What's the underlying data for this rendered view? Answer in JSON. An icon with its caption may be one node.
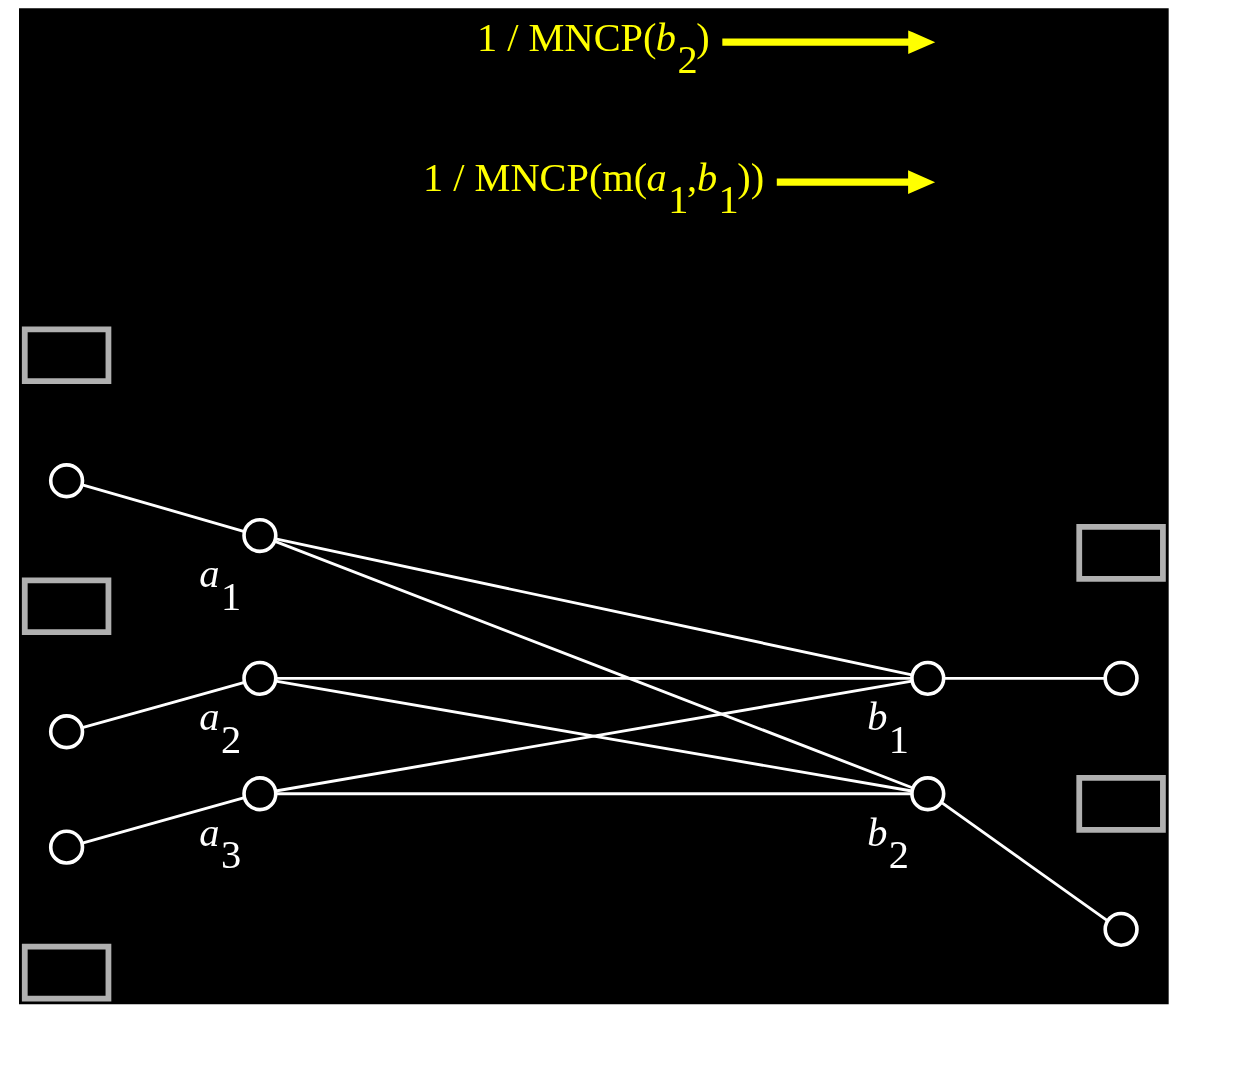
{
  "diagram": {
    "nodes": [
      {
        "text": [
          "1 / MNCP(m(*a*$_{1}$,*b*$_{1}$))"
        ]
      },
      {
        "text": [],
        "shape": "box"
      },
      {
        "text": [],
        "shape": "circle",
        "beside": [
          "*a*$_{1}$"
        ]
      },
      {
        "text": [],
        "shape": "circle"
      },
      {
        "text": [],
        "shape": "circle",
        "beside": [
          "*b*$_{1}$"
        ]
      },
      {
        "text": [],
        "shape": "box"
      },
      {
        "text": [],
        "shape": "circle"
      },
      {
        "text": [],
        "shape": "box"
      },
      {
        "text": [],
        "shape": "circle",
        "beside": [
          "*a*$_{2}$"
        ]
      },
      {
        "text": [],
        "shape": "circle"
      },
      {
        "text": [],
        "shape": "circle",
        "beside": [
          "*b*$_{2}$"
        ]
      },
      {
        "text": [],
        "shape": "box"
      },
      {
        "text": [],
        "shape": "circle"
      },
      {
        "text": [],
        "shape": "box"
      },
      {
        "text": [],
        "shape": "circle",
        "beside": [
          "*a*$_{3}$"
        ]
      },
      {
        "text": [],
        "shape": "circle"
      },
      {
        "text": [
          "1 / MNCP(*b*$_{2}$)"
        ]
      }
    ],
    "edges": [
      {
        "from": 0,
        "to": null,
        "arrow": "to",
        "style": "thick",
        "color": "#ffff00"
      },
      {
        "from": 3,
        "to": 2,
        "arrow": "none"
      },
      {
        "from": 2,
        "to": 4,
        "arrow": "none"
      },
      {
        "from": 2,
        "to": 10,
        "arrow": "none"
      },
      {
        "from": 8,
        "to": 4,
        "arrow": "none"
      },
      {
        "from": 8,
        "to": 10,
        "arrow": "none"
      },
      {
        "from": 14,
        "to": 4,
        "arrow": "none"
      },
      {
        "from": 14,
        "to": 10,
        "arrow": "none"
      },
      {
        "from": 9,
        "to": 8,
        "arrow": "none"
      },
      {
        "from": 15,
        "to": 14,
        "arrow": "none"
      },
      {
        "from": 4,
        "to": 6,
        "arrow": "none"
      },
      {
        "from": 10,
        "to": 12,
        "arrow": "none"
      },
      {
        "from": 16,
        "to": null,
        "arrow": "to",
        "style": "thick",
        "color": "#ffff00"
      }
    ]
  }
}
